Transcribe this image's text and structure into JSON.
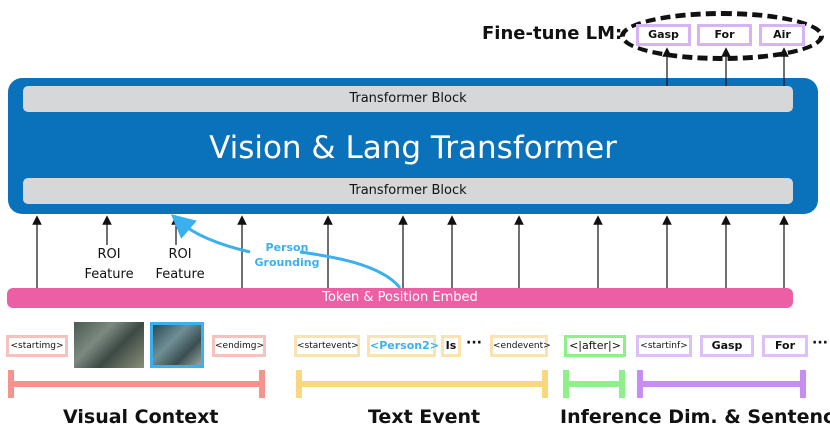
{
  "finetune": {
    "label": "Fine-tune LM:",
    "outputs": [
      "Gasp",
      "For",
      "Air"
    ]
  },
  "main": {
    "title": "Vision & Lang Transformer",
    "block_top": "Transformer Block",
    "block_bottom": "Transformer Block"
  },
  "roi": [
    {
      "line1": "ROI",
      "line2": "Feature"
    },
    {
      "line1": "ROI",
      "line2": "Feature"
    }
  ],
  "person_grounding": {
    "line1": "Person",
    "line2": "Grounding"
  },
  "embed": {
    "label": "Token & Position Embed"
  },
  "tokens": {
    "startimg": "<startimg>",
    "endimg": "<endimg>",
    "startevent": "<startevent>",
    "person2": "<Person2>",
    "is": "Is",
    "ellipsis1": "···",
    "endevent": "<endevent>",
    "after": "<|after|>",
    "startinf": "<startinf>",
    "gasp": "Gasp",
    "for": "For",
    "ellipsis2": "···"
  },
  "groups": {
    "visual": "Visual Context",
    "text": "Text Event",
    "inference": "Inference Dim. & Sentence"
  },
  "colors": {
    "transformer": "#0a72bb",
    "block": "#d6d7d9",
    "embed": "#ec5fa4",
    "visual": "#f7938c",
    "text": "#f9d77e",
    "after": "#8ef08a",
    "inference": "#c68df2",
    "grounding": "#3bb0ee"
  }
}
